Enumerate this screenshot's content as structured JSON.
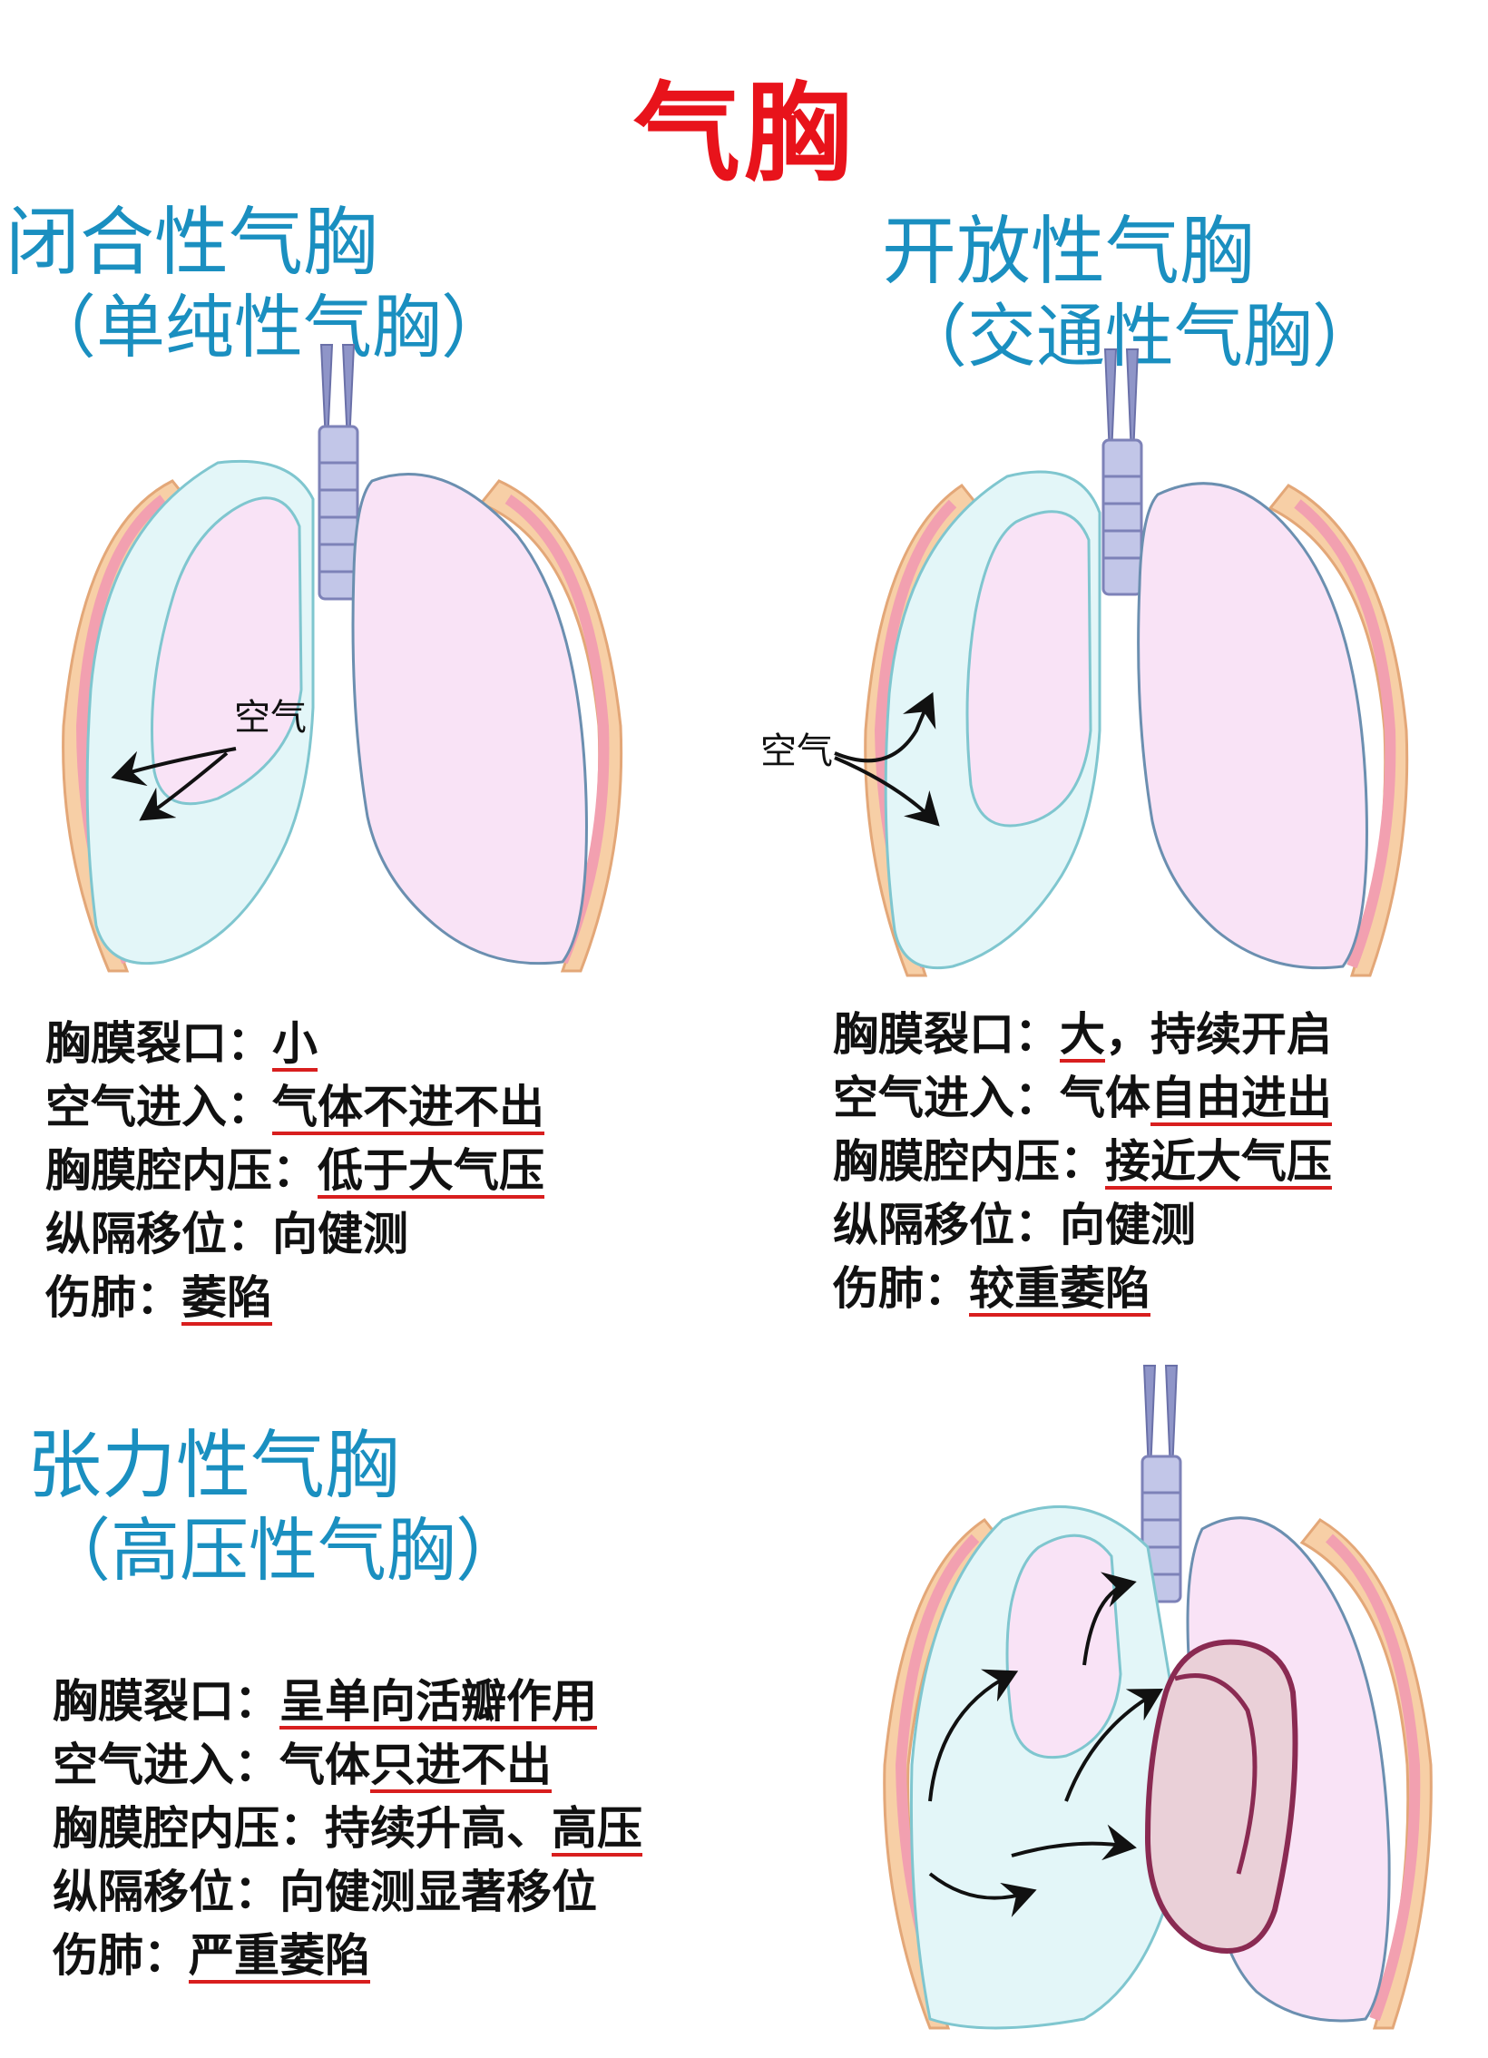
{
  "title": "气胸",
  "closed": {
    "title": "闭合性气胸",
    "subtitle": "（单纯性气胸）",
    "air_label": "空气",
    "rows": [
      {
        "label": "胸膜裂口：",
        "plain": "",
        "marked": "小"
      },
      {
        "label": "空气进入：",
        "plain": "",
        "marked": "气体不进不出"
      },
      {
        "label": "胸膜腔内压：",
        "plain": "",
        "marked": "低于大气压"
      },
      {
        "label": "纵隔移位：",
        "plain": "向健测",
        "marked": ""
      },
      {
        "label": "伤肺：",
        "plain": "",
        "marked": "萎陷"
      }
    ]
  },
  "open": {
    "title": "开放性气胸",
    "subtitle": "（交通性气胸）",
    "air_label": "空气",
    "rows": [
      {
        "label": "胸膜裂口：",
        "marked": "大",
        "plain": "，持续开启"
      },
      {
        "label": "空气进入：",
        "marked_pre": "气体",
        "marked": "自由进出"
      },
      {
        "label": "胸膜腔内压：",
        "plain": "",
        "marked": "接近大气压"
      },
      {
        "label": "纵隔移位：",
        "plain": "向健测",
        "marked": ""
      },
      {
        "label": "伤肺：",
        "plain": "",
        "marked": "较重萎陷"
      }
    ]
  },
  "tension": {
    "title": "张力性气胸",
    "subtitle": "（高压性气胸）",
    "rows": [
      {
        "label": "胸膜裂口：",
        "plain": "",
        "marked": "呈单向活瓣作用"
      },
      {
        "label": "空气进入：",
        "plain": "气体",
        "marked": "只进不出"
      },
      {
        "label": "胸膜腔内压：",
        "plain": "持续升高、",
        "marked": "高压"
      },
      {
        "label": "纵隔移位：",
        "plain": "向健测显著移位",
        "marked": ""
      },
      {
        "label": "伤肺：",
        "plain": "",
        "marked": "严重萎陷"
      }
    ]
  },
  "colors": {
    "title_red": "#e8131b",
    "heading_blue": "#1a8fc0",
    "underline_red": "#d81e1e",
    "lung_pink": "#f9e3f6",
    "air_cyan": "#e3f6f8",
    "rib_peach": "#f7cfa6",
    "trachea_blue": "#8f95c8",
    "heart_mauve": "#ead0d8"
  }
}
